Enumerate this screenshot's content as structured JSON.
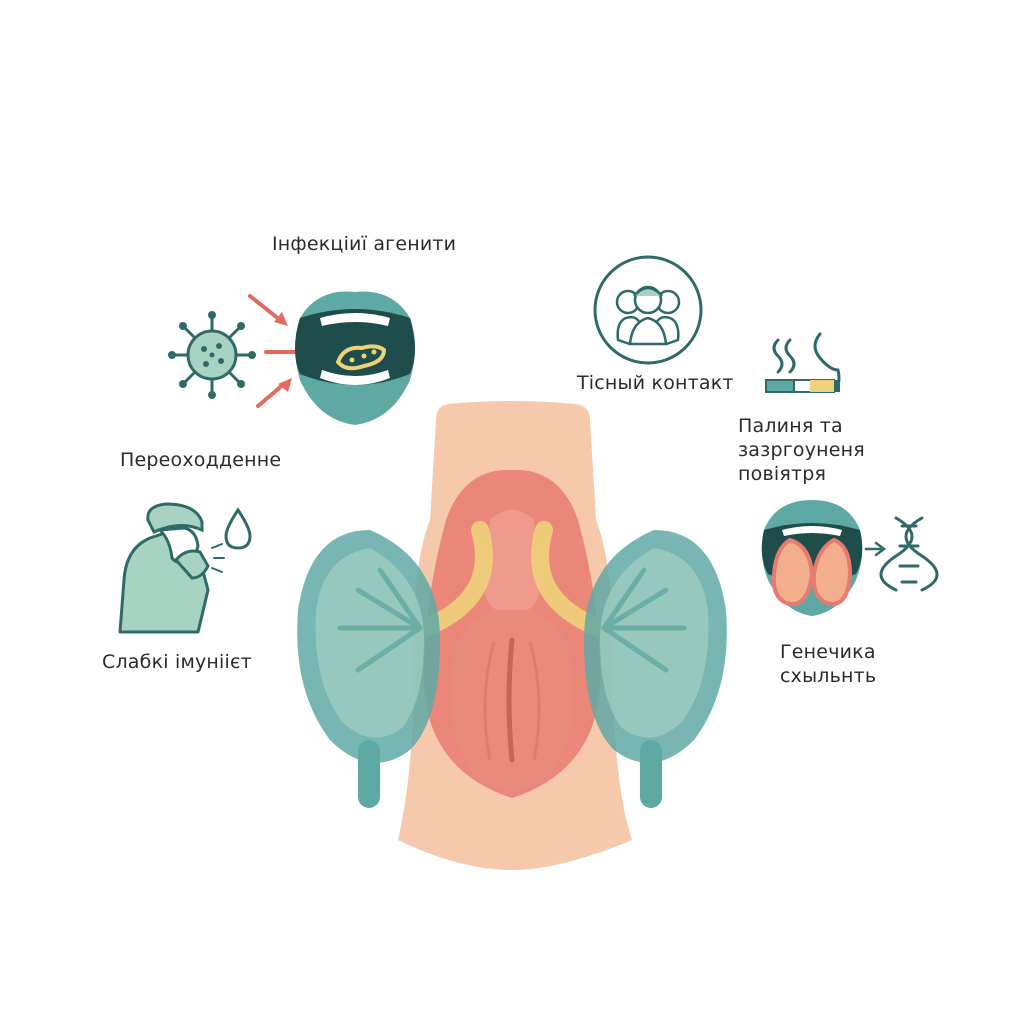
{
  "labels": {
    "infectious_agents": "Інфекціиї агенити",
    "hypothermia": "Переоходденне",
    "weak_immunity": "Слабкі імуніієт",
    "close_contact": "Тісный контакт",
    "smoking_pollution": "Палиня та\nзазргоуненя\nповіятря",
    "genetic_predisposition": "Генечика\nсхыльнть"
  },
  "colors": {
    "teal": "#5fa9a4",
    "teal_light": "#a8d3c3",
    "dark_teal": "#1f4d4b",
    "coral": "#e77b70",
    "pink": "#ef8e82",
    "peach": "#f6c9ac",
    "yellow": "#eed27a",
    "red_arrow": "#e26a5f",
    "outline": "#2f6a68"
  },
  "icons": [
    "virus-icon",
    "mouth-open-icon",
    "bacteria-icon",
    "person-coughing-icon",
    "water-drop-icon",
    "people-group-icon",
    "smoke-icon",
    "cigarette-icon",
    "mouth-swollen-tonsils-icon",
    "arrow-right-icon",
    "dna-icon",
    "throat-tonsils-illustration"
  ]
}
